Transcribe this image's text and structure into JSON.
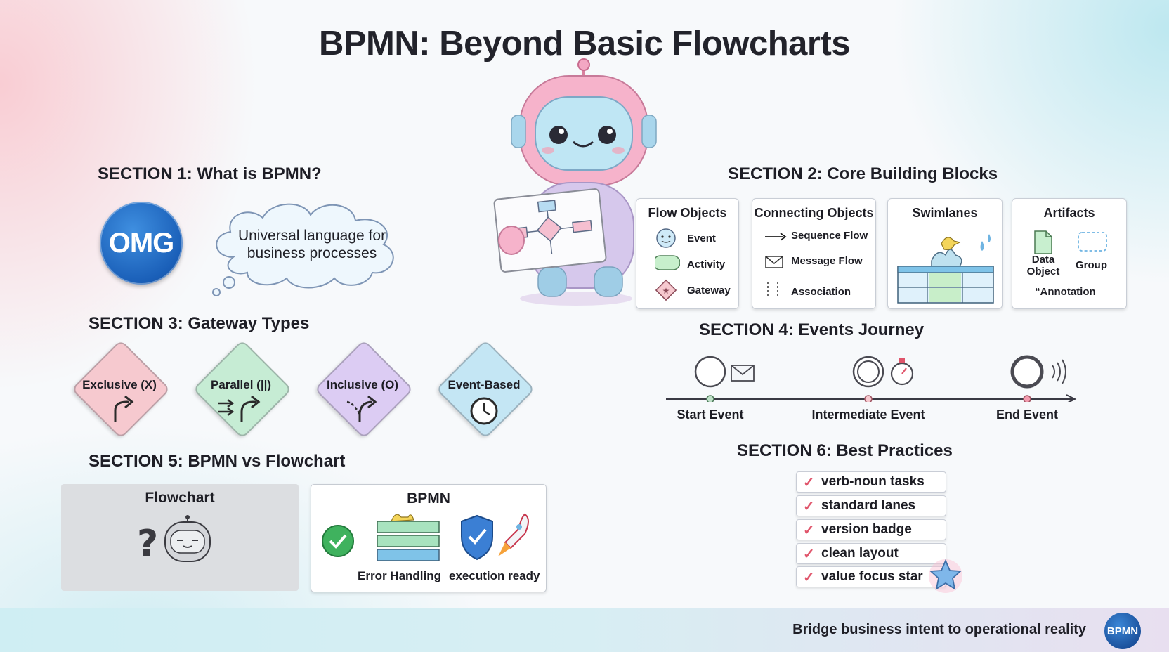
{
  "title": "BPMN: Beyond Basic Flowcharts",
  "section1": {
    "heading": "SECTION 1: What is BPMN?",
    "logo_text": "OMG",
    "cloud_text": "Universal language for business processes"
  },
  "section2": {
    "heading": "SECTION 2: Core Building Blocks",
    "flow_objects": {
      "title": "Flow Objects",
      "items": [
        "Event",
        "Activity",
        "Gateway"
      ]
    },
    "connecting_objects": {
      "title": "Connecting Objects",
      "items": [
        "Sequence Flow",
        "Message Flow",
        "Association"
      ]
    },
    "swimlanes": {
      "title": "Swimlanes"
    },
    "artifacts": {
      "title": "Artifacts",
      "data_object": "Data Object",
      "group": "Group",
      "annotation": "“Annotation"
    }
  },
  "section3": {
    "heading": "SECTION 3: Gateway Types",
    "gateways": [
      {
        "label": "Exclusive (X)",
        "color": "#f6c9cf"
      },
      {
        "label": "Parallel (||)",
        "color": "#c6ecd4"
      },
      {
        "label": "Inclusive (O)",
        "color": "#dcccf3"
      },
      {
        "label": "Event-Based",
        "color": "#c4e6f4"
      }
    ]
  },
  "section4": {
    "heading": "SECTION 4: Events Journey",
    "events": [
      "Start Event",
      "Intermediate Event",
      "End Event"
    ]
  },
  "section5": {
    "heading": "SECTION 5: BPMN vs Flowchart",
    "flowchart_title": "Flowchart",
    "bpmn_title": "BPMN",
    "bpmn_labels": [
      "Error Handling",
      "execution ready"
    ]
  },
  "section6": {
    "heading": "SECTION 6: Best Practices",
    "items": [
      "verb-noun tasks",
      "standard lanes",
      "version badge",
      "clean layout",
      "value focus star"
    ]
  },
  "footer": {
    "tagline": "Bridge business intent to operational reality",
    "badge": "BPMN"
  },
  "colors": {
    "accent_blue": "#1a5fb8",
    "check_red": "#e0556b",
    "robot_pink": "#f2a9c3"
  }
}
